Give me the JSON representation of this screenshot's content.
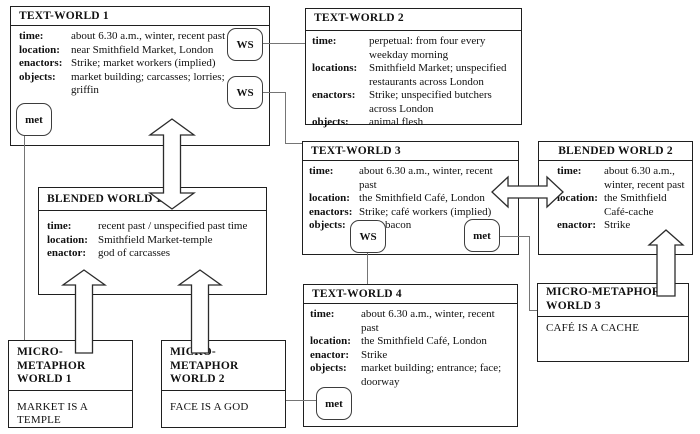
{
  "diagram": {
    "labels": {
      "ws": "WS",
      "met": "met"
    },
    "colors": {
      "box_border": "#1f1f1f",
      "connector_line": "#757575",
      "arrow_fill": "#ffffff",
      "arrow_outline": "#2b2b2b"
    },
    "worlds": {
      "tw1": {
        "title": "TEXT-WORLD 1",
        "fields": [
          {
            "label": "time:",
            "value": "about 6.30 a.m., winter, recent past"
          },
          {
            "label": "location:",
            "value": "near Smithfield Market, London"
          },
          {
            "label": "enactors:",
            "value": "Strike; market workers (implied)"
          },
          {
            "label": "objects:",
            "value": "market building; carcasses; lorries; griffin"
          }
        ]
      },
      "tw2": {
        "title": "TEXT-WORLD 2",
        "fields": [
          {
            "label": "time:",
            "value": "perpetual: from four every weekday morning"
          },
          {
            "label": "locations:",
            "value": "Smithfield Market; unspecified restaurants across London"
          },
          {
            "label": "enactors:",
            "value": "Strike; unspecified butchers across London"
          },
          {
            "label": "objects:",
            "value": "animal flesh"
          }
        ]
      },
      "tw3": {
        "title": "TEXT-WORLD 3",
        "fields": [
          {
            "label": "time:",
            "value": "about 6.30 a.m., winter, recent past"
          },
          {
            "label": "location:",
            "value": "the Smithfield Café, London"
          },
          {
            "label": "enactors:",
            "value": "Strike; café workers (implied)"
          },
          {
            "label": "objects:",
            "value": "eggs; bacon"
          }
        ]
      },
      "tw4": {
        "title": "TEXT-WORLD 4",
        "fields": [
          {
            "label": "time:",
            "value": "about 6.30 a.m., winter, recent past"
          },
          {
            "label": "location:",
            "value": "the Smithfield Café, London"
          },
          {
            "label": "enactor:",
            "value": "Strike"
          },
          {
            "label": "objects:",
            "value": "market building; entrance; face; doorway"
          }
        ]
      },
      "bw1": {
        "title": "BLENDED WORLD 1",
        "fields": [
          {
            "label": "time:",
            "value": "recent past / unspecified past time"
          },
          {
            "label": "location:",
            "value": "Smithfield Market-temple"
          },
          {
            "label": "enactor:",
            "value": "god of carcasses"
          }
        ]
      },
      "bw2": {
        "title": "BLENDED WORLD 2",
        "fields": [
          {
            "label": "time:",
            "value": "about 6.30 a.m., winter, recent past"
          },
          {
            "label": "location:",
            "value": "the Smithfield Café-cache"
          },
          {
            "label": "enactor:",
            "value": "Strike"
          }
        ]
      },
      "m1": {
        "title_line1": "MICRO-METAPHOR",
        "title_line2": "WORLD 1",
        "body": "MARKET IS A TEMPLE"
      },
      "m2": {
        "title_line1": "MICRO-METAPHOR",
        "title_line2": "WORLD 2",
        "body": "FACE IS A GOD"
      },
      "m3": {
        "title_line1": "MICRO-METAPHOR",
        "title_line2": "WORLD 3",
        "body": "CAFÉ IS A CACHE"
      }
    }
  }
}
